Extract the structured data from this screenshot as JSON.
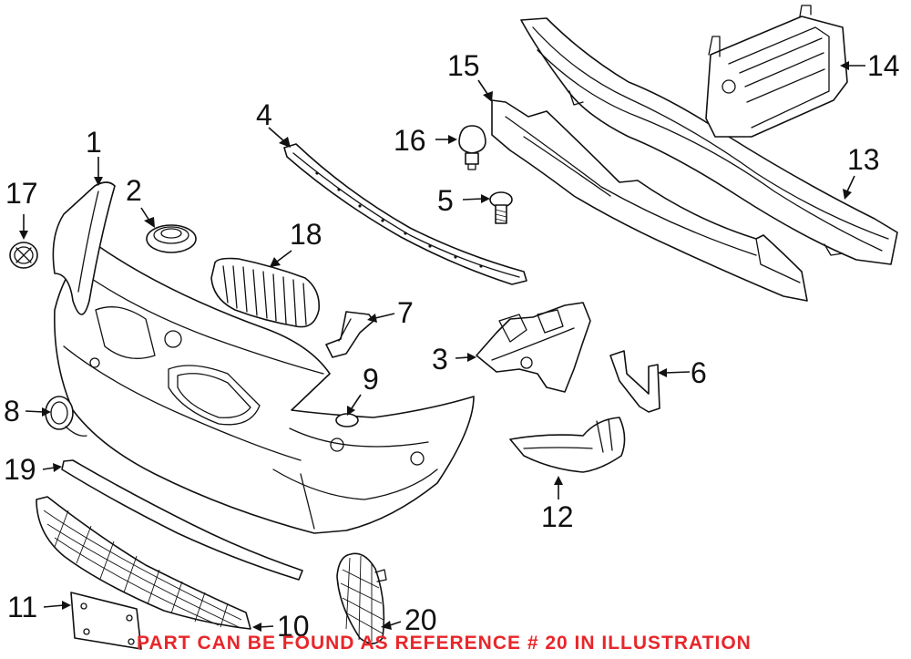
{
  "callouts": {
    "c1": "1",
    "c2": "2",
    "c3": "3",
    "c4": "4",
    "c5": "5",
    "c6": "6",
    "c7": "7",
    "c8": "8",
    "c9": "9",
    "c10": "10",
    "c11": "11",
    "c12": "12",
    "c13": "13",
    "c14": "14",
    "c15": "15",
    "c16": "16",
    "c17": "17",
    "c18": "18",
    "c19": "19",
    "c20": "20"
  },
  "notice": {
    "text": "PART CAN BE FOUND AS REFERENCE # 20 IN ILLUSTRATION",
    "color": "#e8262a"
  }
}
